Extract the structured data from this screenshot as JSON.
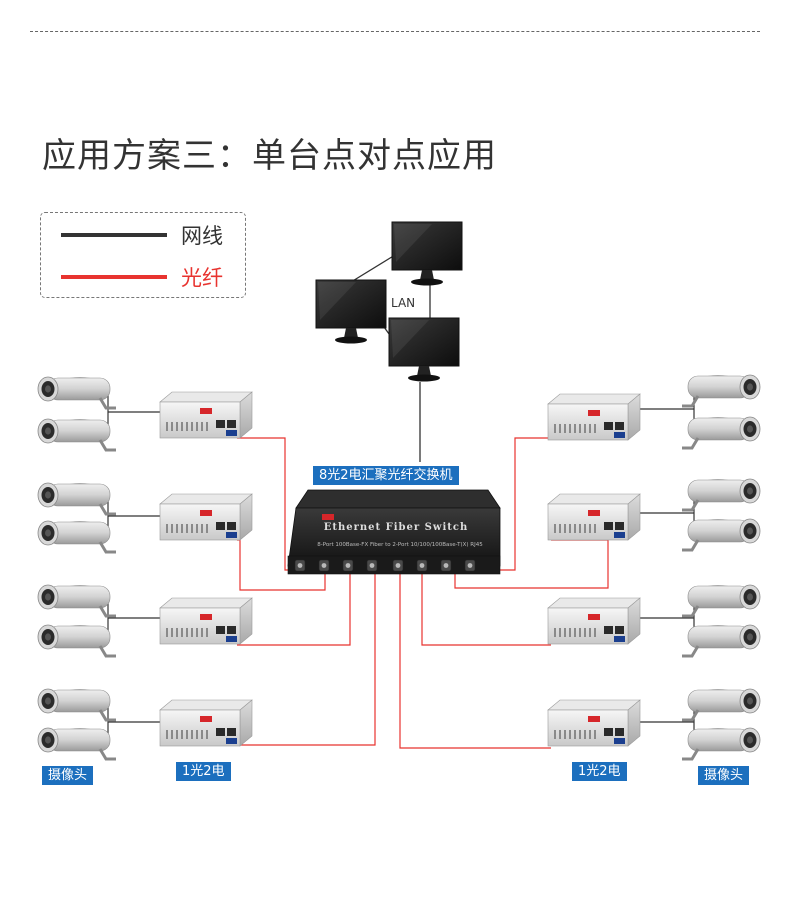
{
  "title": "应用方案三：单台点对点应用",
  "legend": {
    "items": [
      {
        "label": "网线",
        "color": "#333333"
      },
      {
        "label": "光纤",
        "color": "#e8332f"
      }
    ]
  },
  "network": {
    "lan_label": "LAN",
    "switch_tag": "8光2电汇聚光纤交换机",
    "switch_face": "Ethernet Fiber Switch",
    "switch_sub": "8-Port 100Base-FX Fiber to 2-Port 10/100/100Base-T(X) RJ45"
  },
  "tags": {
    "camera_left": "摄像头",
    "converter_left": "1光2电",
    "converter_right": "1光2电",
    "camera_right": "摄像头"
  },
  "colors": {
    "copper": "#333333",
    "fiber": "#e8332f",
    "tag_bg": "#1c6fbe"
  }
}
